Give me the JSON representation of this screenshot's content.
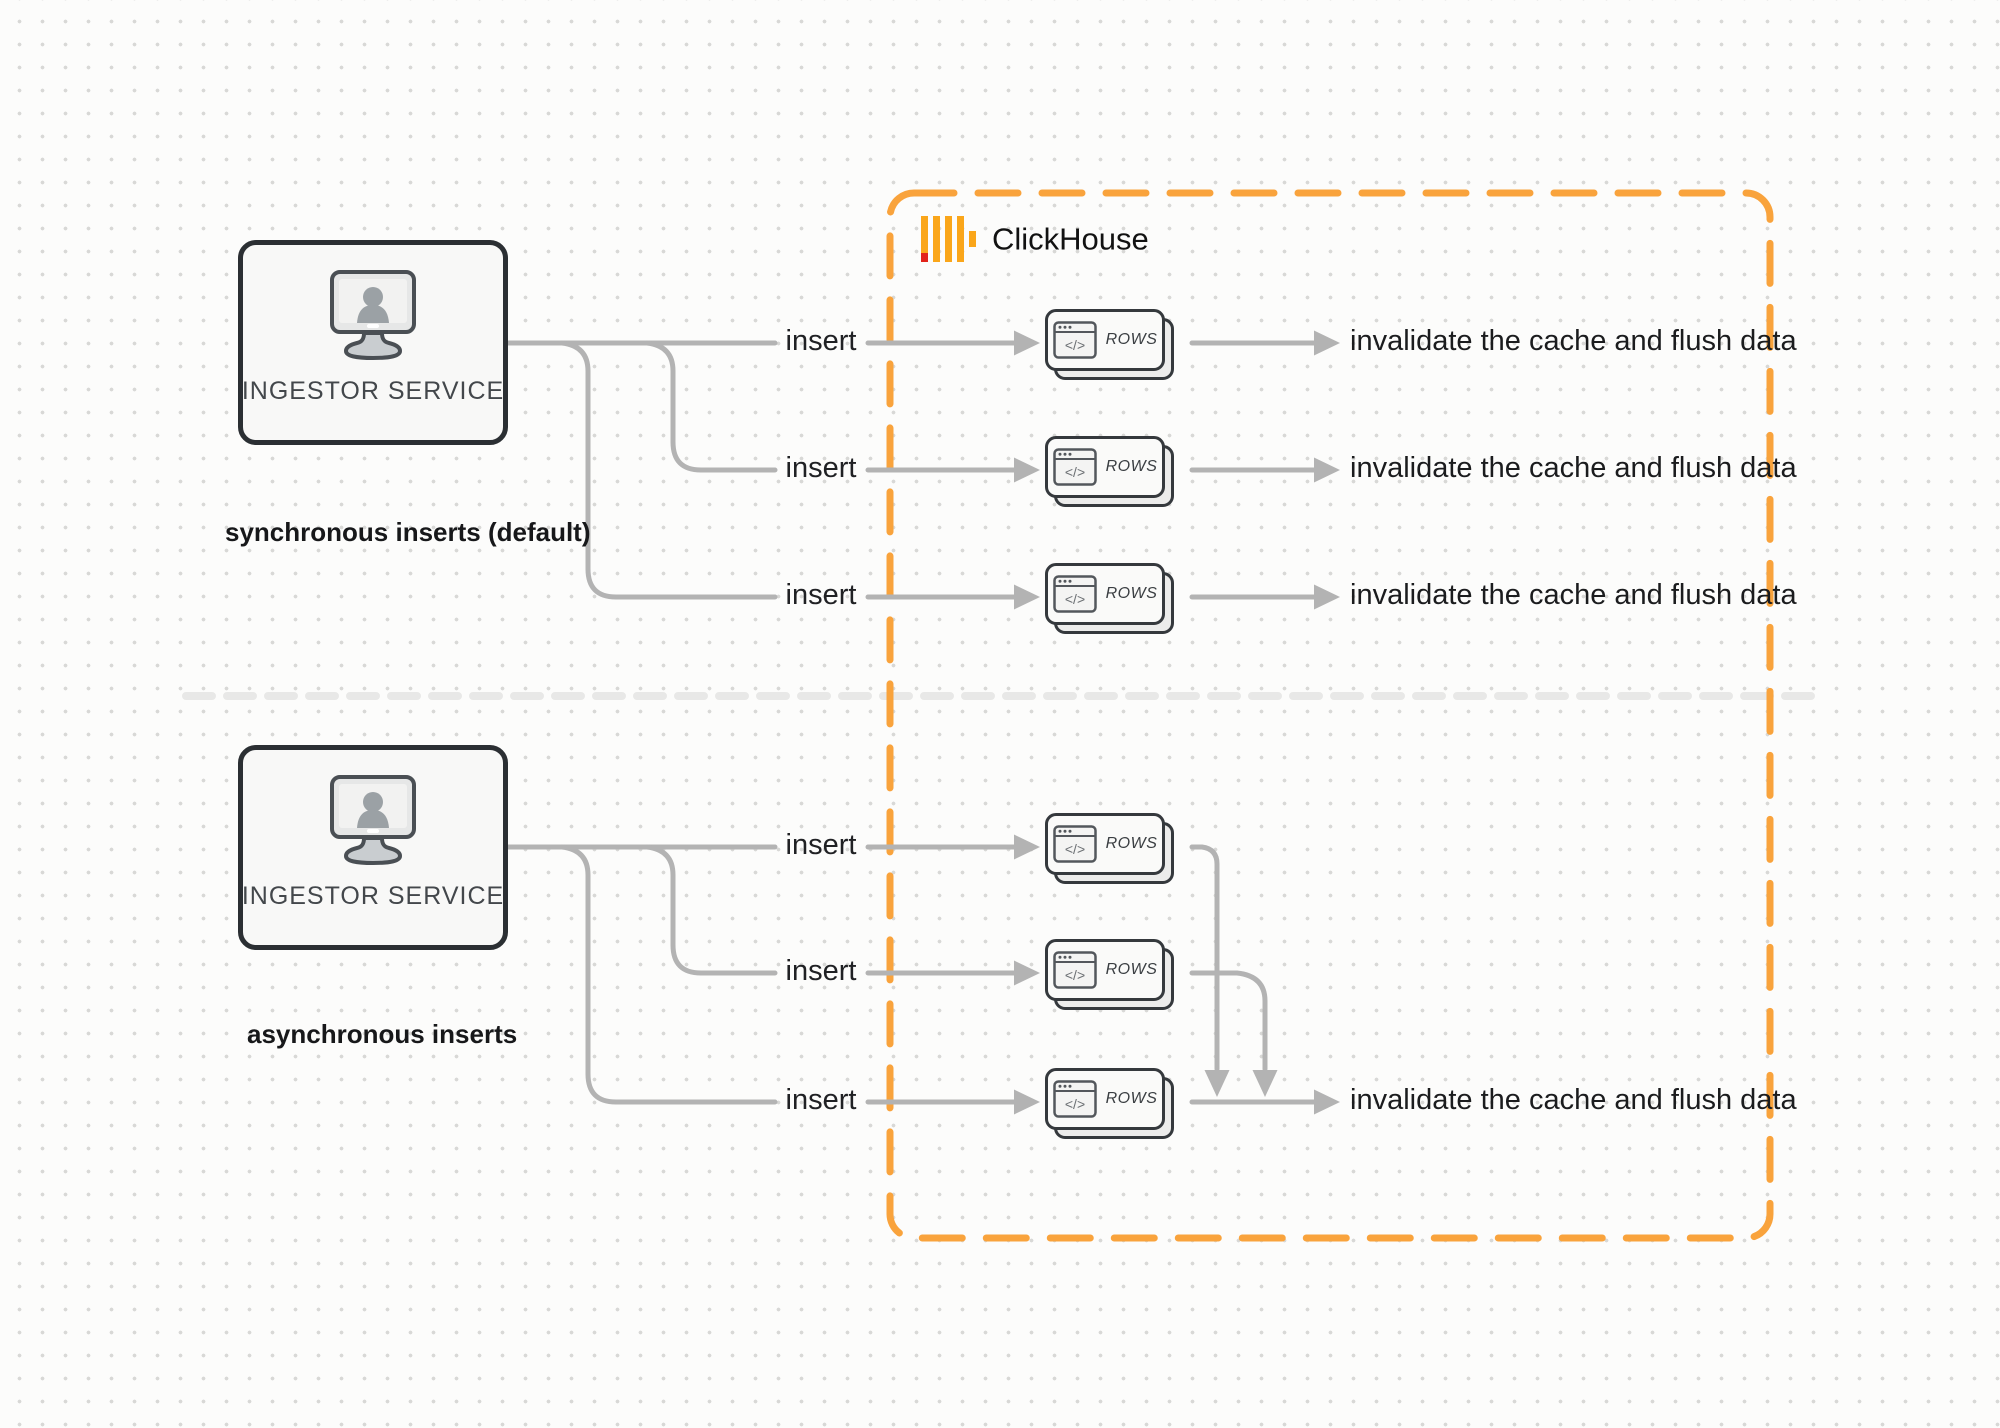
{
  "clickhouse": {
    "title": "ClickHouse"
  },
  "sections": [
    {
      "label": "synchronous inserts (default)",
      "source": "INGESTOR SERVICE",
      "rows": [
        {
          "insert": "insert",
          "rows": "ROWS",
          "result": "invalidate the cache and flush data"
        },
        {
          "insert": "insert",
          "rows": "ROWS",
          "result": "invalidate the cache and flush data"
        },
        {
          "insert": "insert",
          "rows": "ROWS",
          "result": "invalidate the cache and flush data"
        }
      ]
    },
    {
      "label": "asynchronous inserts",
      "source": "INGESTOR SERVICE",
      "rows": [
        {
          "insert": "insert",
          "rows": "ROWS"
        },
        {
          "insert": "insert",
          "rows": "ROWS"
        },
        {
          "insert": "insert",
          "rows": "ROWS",
          "result": "invalidate the cache and flush data"
        }
      ]
    }
  ],
  "colors": {
    "accent_orange": "#F9A33C",
    "logo_amber": "#FAA61A",
    "logo_red": "#E2231A",
    "connector_gray": "#B3B3B3",
    "divider_gray": "#E8E8E8"
  }
}
